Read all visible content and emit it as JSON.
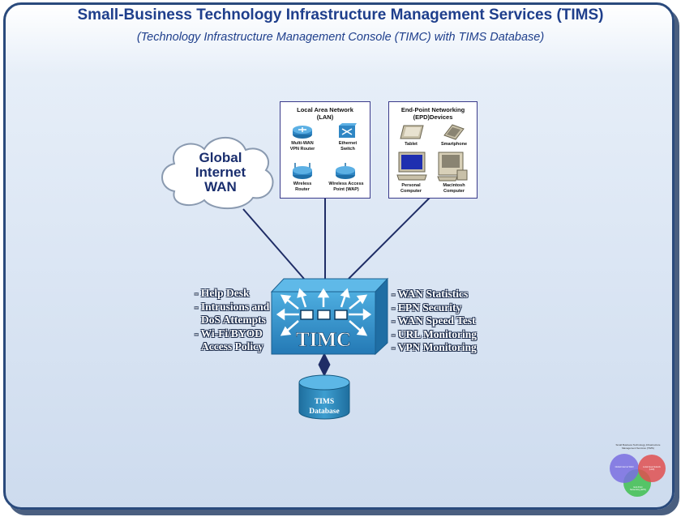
{
  "header": {
    "title": "Small-Business Technology Infrastructure Management Services (TIMS)",
    "subtitle": "(Technology Infrastructure Management Console (TIMC) with TIMS Database)"
  },
  "cloud": {
    "label_line1": "Global",
    "label_line2": "Internet",
    "label_line3": "WAN"
  },
  "lan_panel": {
    "title_line1": "Local Area Network",
    "title_line2": "(LAN)",
    "devices": [
      {
        "line1": "Multi-WAN",
        "line2": "VPN Router"
      },
      {
        "line1": "Ethernet",
        "line2": "Switch"
      },
      {
        "line1": "Wireless",
        "line2": "Router"
      },
      {
        "line1": "Wireless Access",
        "line2": "Point (WAP)"
      }
    ]
  },
  "epd_panel": {
    "title_line1": "End-Point Networking",
    "title_line2": "(EPD)Devices",
    "devices": [
      {
        "line1": "Tablet",
        "line2": ""
      },
      {
        "line1": "Smartphone",
        "line2": ""
      },
      {
        "line1": "Personal",
        "line2": "Computer"
      },
      {
        "line1": "Macintosh",
        "line2": "Computer"
      }
    ]
  },
  "timc": {
    "label": "TIMC"
  },
  "left_features": [
    "- Help Desk",
    "- Intrusions and",
    "DoS Attempts",
    "- Wi-Fi/BYOD",
    "Access Policy"
  ],
  "right_features": [
    "- WAN Statistics",
    "- EPN Security",
    "- WAN Speed Test",
    "- URL Monitoring",
    "- VPN Monitoring"
  ],
  "database": {
    "line1": "TIMS",
    "line2": "Database"
  },
  "logo": {
    "title_line1": "Small Business Technology Infrastructure",
    "title_line2": "Management Services (TIMS)",
    "circles": [
      {
        "label": "Global Internet WAN",
        "color": "#7a6fe0"
      },
      {
        "label": "Local Area Network (LAN)",
        "color": "#e05050"
      },
      {
        "label": "End-Point Networking (EPN)",
        "color": "#3fbf4f"
      }
    ]
  },
  "colors": {
    "frame": "#2a4a7c",
    "title": "#1f3f8c",
    "timc_body": "#2f8fc8",
    "lines": "#1f2d66"
  }
}
